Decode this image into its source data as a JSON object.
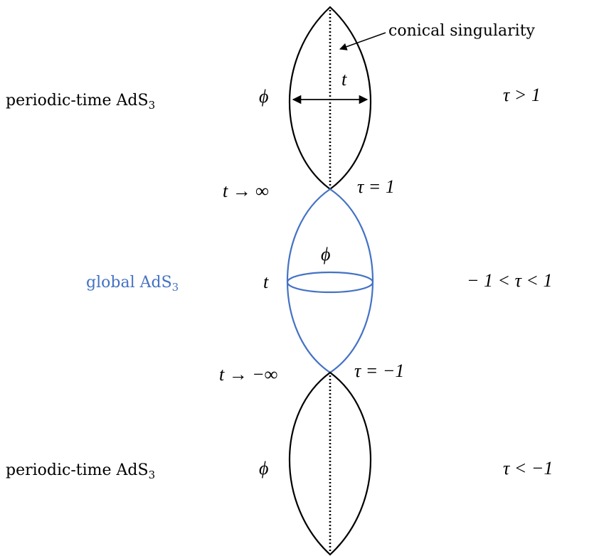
{
  "colors": {
    "black": "#000000",
    "blue": "#4472c4"
  },
  "annotation": {
    "conical_singularity": "conical singularity"
  },
  "regions": {
    "top": {
      "name_text": "periodic-time AdS",
      "name_sub": "3",
      "phi": "ϕ",
      "t": "t",
      "tau_condition": "τ > 1"
    },
    "middle": {
      "name_text": "global AdS",
      "name_sub": "3",
      "phi": "ϕ",
      "t": "t",
      "tau_condition": "− 1 < τ < 1"
    },
    "bottom": {
      "name_text": "periodic-time AdS",
      "name_sub": "3",
      "phi": "ϕ",
      "tau_condition": "τ < −1"
    }
  },
  "junctions": {
    "upper": {
      "t_limit": "t → ∞",
      "tau_value": "τ = 1"
    },
    "lower": {
      "t_limit": "t → −∞",
      "tau_value": "τ = −1"
    }
  },
  "icons": {
    "top_arrow": "double-headed-arrow-icon",
    "pointer_arrow": "arrow-icon",
    "circle": "ellipse-icon"
  }
}
